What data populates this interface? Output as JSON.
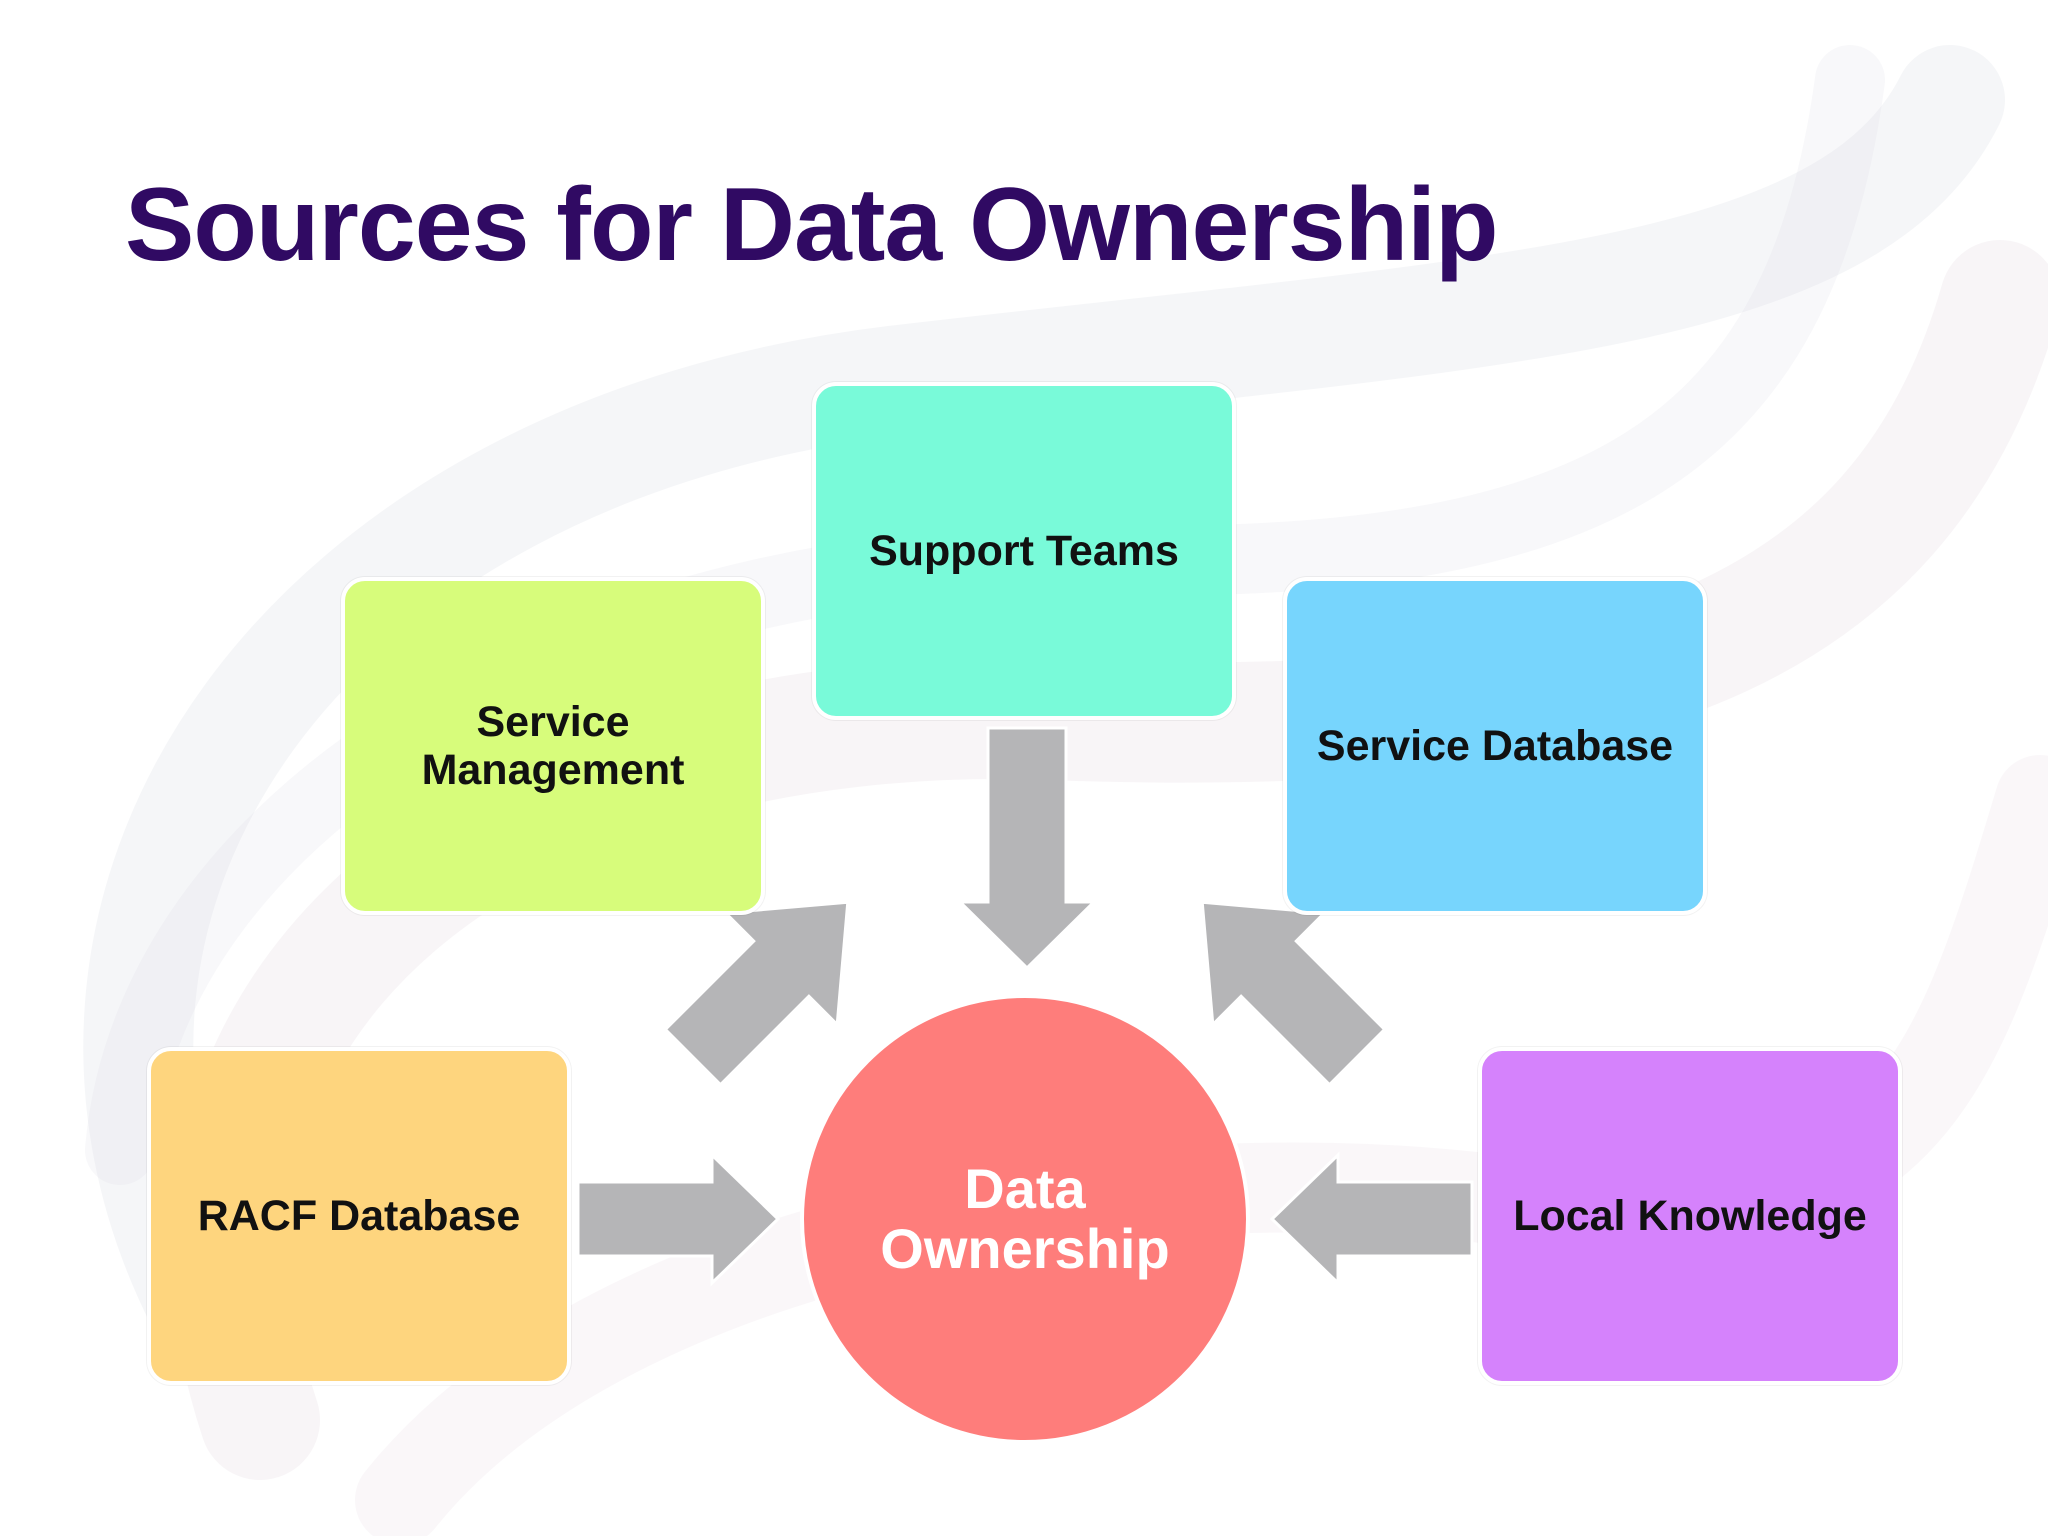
{
  "title": "Sources for Data Ownership",
  "center": {
    "line1": "Data",
    "line2": "Ownership",
    "color": "#fe7d7b"
  },
  "sources": [
    {
      "id": "support-teams",
      "lines": [
        "Support Teams"
      ],
      "color": "#79fad9"
    },
    {
      "id": "service-management",
      "lines": [
        "Service",
        "Management"
      ],
      "color": "#d7fc7b"
    },
    {
      "id": "service-database",
      "lines": [
        "Service Database"
      ],
      "color": "#77d5fd"
    },
    {
      "id": "racf-database",
      "lines": [
        "RACF Database"
      ],
      "color": "#fed57e"
    },
    {
      "id": "local-knowledge",
      "lines": [
        "Local Knowledge"
      ],
      "color": "#d582fc"
    }
  ],
  "colors": {
    "title": "#300a63",
    "arrow": "#b5b5b7"
  }
}
